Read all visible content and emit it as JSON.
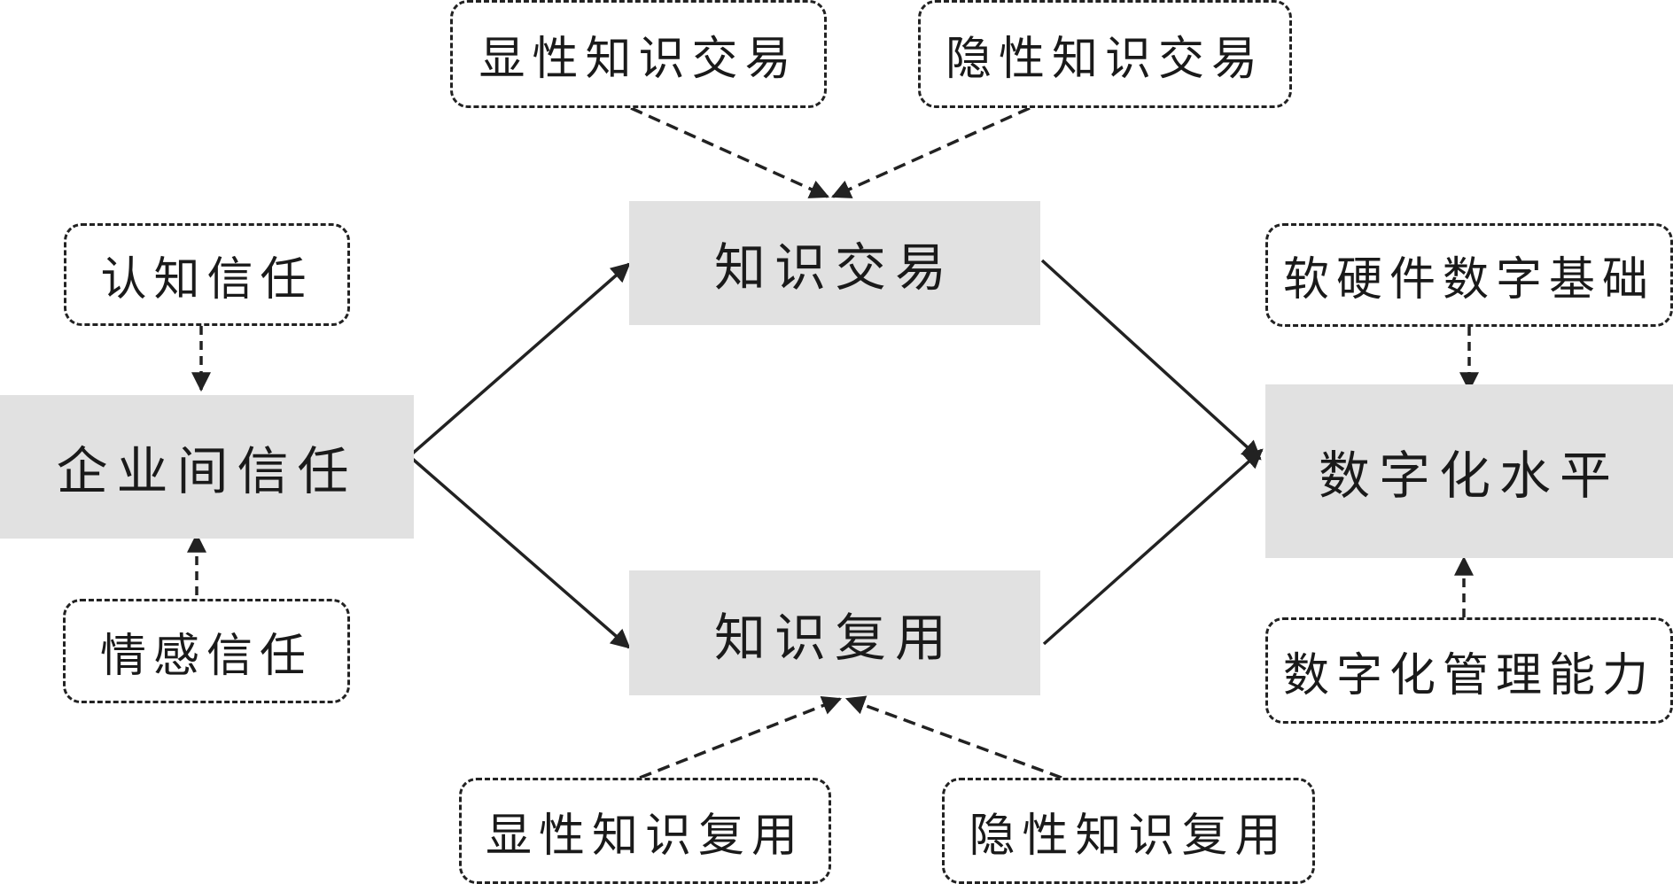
{
  "colors": {
    "box_fill": "#e1e1e1",
    "line": "#222222",
    "text": "#1a1a1a"
  },
  "nodes": {
    "inter_firm_trust": "企业间信任",
    "knowledge_trading": "知识交易",
    "knowledge_reuse": "知识复用",
    "digitalization_level": "数字化水平"
  },
  "moderators": {
    "cognitive_trust": "认知信任",
    "affective_trust": "情感信任",
    "explicit_knowledge_trading": "显性知识交易",
    "tacit_knowledge_trading": "隐性知识交易",
    "explicit_knowledge_reuse": "显性知识复用",
    "tacit_knowledge_reuse": "隐性知识复用",
    "digital_infrastructure": "软硬件数字基础",
    "digital_management_capability": "数字化管理能力"
  }
}
